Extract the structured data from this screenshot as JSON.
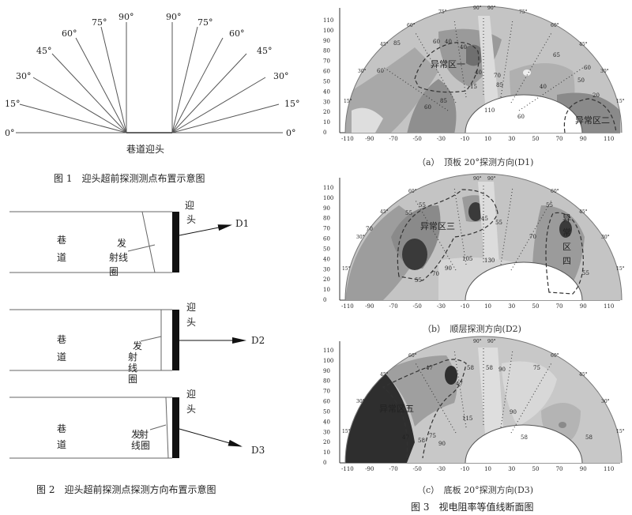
{
  "fig1": {
    "angles_left": [
      "0°",
      "15°",
      "30°",
      "45°",
      "60°",
      "75°",
      "90°"
    ],
    "angles_right": [
      "90°",
      "75°",
      "60°",
      "45°",
      "30°",
      "15°",
      "0°"
    ],
    "label": "巷道迎头",
    "caption": "图 1　迎头超前探测测点布置示意图"
  },
  "fig2": {
    "panels": [
      {
        "tunnel_1": "巷",
        "tunnel_2": "道",
        "coil_1": "发",
        "coil_2": "射线",
        "coil_3": "圈",
        "face_1": "迎",
        "face_2": "头",
        "dir": "D1"
      },
      {
        "tunnel_1": "巷",
        "tunnel_2": "道",
        "coil_1": "发",
        "coil_2": "射",
        "coil_3": "线",
        "coil_4": "圈",
        "face_1": "迎",
        "face_2": "头",
        "dir": "D2"
      },
      {
        "tunnel_1": "巷",
        "tunnel_2": "道",
        "coil_1": "发",
        "coil_2": "射",
        "coil_3": "线圈",
        "face_1": "迎",
        "face_2": "头",
        "dir": "D3"
      }
    ],
    "caption": "图 2　迎头超前探测点探测方向布置示意图"
  },
  "fig3": {
    "y_ticks": [
      "110",
      "100",
      "90",
      "80",
      "70",
      "60",
      "50",
      "40",
      "30",
      "20",
      "10",
      "0"
    ],
    "x_ticks": [
      "-110",
      "-90",
      "-70",
      "-50",
      "-30",
      "-10",
      "10",
      "30",
      "50",
      "70",
      "90",
      "110"
    ],
    "panels": [
      {
        "sub": "（a）　顶板 20°探测方向(D1)",
        "zones": [
          "异常区一",
          "异常区二"
        ],
        "top_angles": [
          "90°",
          "90°",
          "75°",
          "75°",
          "60°",
          "60°",
          "45°",
          "45°",
          "30°",
          "30°",
          "15°",
          "15°"
        ],
        "contours": [
          "60",
          "40",
          "40",
          "85",
          "60",
          "65",
          "60",
          "50",
          "40",
          "20",
          "40",
          "15",
          "85",
          "60",
          "60",
          "85",
          "110",
          "70"
        ]
      },
      {
        "sub": "（b）　顺层探测方向(D2)",
        "zones": [
          "异常区三",
          "异",
          "常",
          "区",
          "四"
        ],
        "top_angles": [
          "90°",
          "90°",
          "60°",
          "60°",
          "45°",
          "45°",
          "30°",
          "30°",
          "15°",
          "15°"
        ],
        "contours": [
          "55",
          "55",
          "70",
          "45",
          "55",
          "70",
          "55",
          "55",
          "90",
          "105",
          "130",
          "70",
          "55"
        ]
      },
      {
        "sub": "（c）　底板 20°探测方向(D3)",
        "zones": [
          "异常区五"
        ],
        "top_angles": [
          "90°",
          "90°",
          "60°",
          "60°",
          "45°",
          "45°",
          "30°",
          "30°",
          "15°",
          "15°"
        ],
        "contours": [
          "47",
          "58",
          "58",
          "90",
          "75",
          "47",
          "47",
          "58",
          "75",
          "90",
          "115",
          "90",
          "58",
          "58"
        ]
      }
    ],
    "caption": "图 3　视电阻率等值线断面图"
  }
}
